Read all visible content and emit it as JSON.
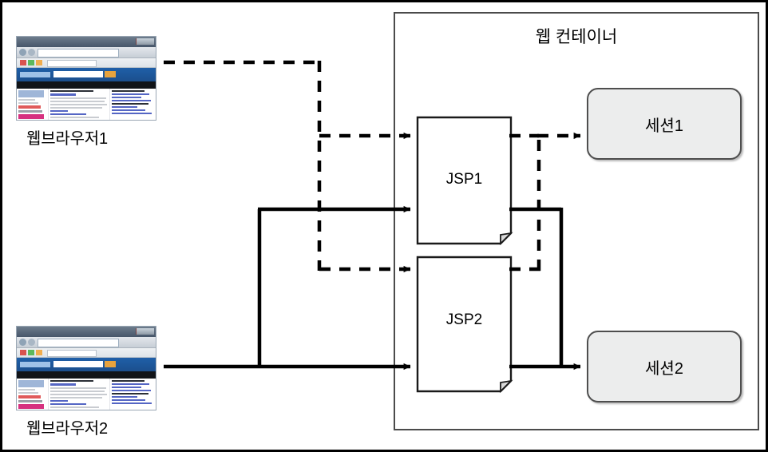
{
  "diagram": {
    "title_visible": false,
    "container": {
      "label": "웹 컨테이너"
    },
    "browsers": [
      {
        "id": "browser1",
        "caption": "웹브라우저1"
      },
      {
        "id": "browser2",
        "caption": "웹브라우저2"
      }
    ],
    "jsp_pages": [
      {
        "id": "jsp1",
        "label": "JSP1"
      },
      {
        "id": "jsp2",
        "label": "JSP2"
      }
    ],
    "sessions": [
      {
        "id": "session1",
        "label": "세션1"
      },
      {
        "id": "session2",
        "label": "세션2"
      }
    ],
    "connections": [
      {
        "from": "웹브라우저1",
        "to": "JSP1",
        "style": "dashed"
      },
      {
        "from": "웹브라우저1",
        "to": "JSP2",
        "style": "dashed"
      },
      {
        "from": "JSP1",
        "to": "세션1",
        "style": "dashed"
      },
      {
        "from": "JSP2",
        "to": "세션1",
        "style": "dashed"
      },
      {
        "from": "웹브라우저2",
        "to": "JSP1",
        "style": "solid"
      },
      {
        "from": "웹브라우저2",
        "to": "JSP2",
        "style": "solid"
      },
      {
        "from": "JSP1",
        "to": "세션2",
        "style": "solid"
      },
      {
        "from": "JSP2",
        "to": "세션2",
        "style": "solid"
      }
    ],
    "colors": {
      "line": "#000000",
      "container_border": "#4b4b4b",
      "session_fill": "#eceded",
      "session_border": "#4e4e4e",
      "page_border": "#000000"
    }
  }
}
